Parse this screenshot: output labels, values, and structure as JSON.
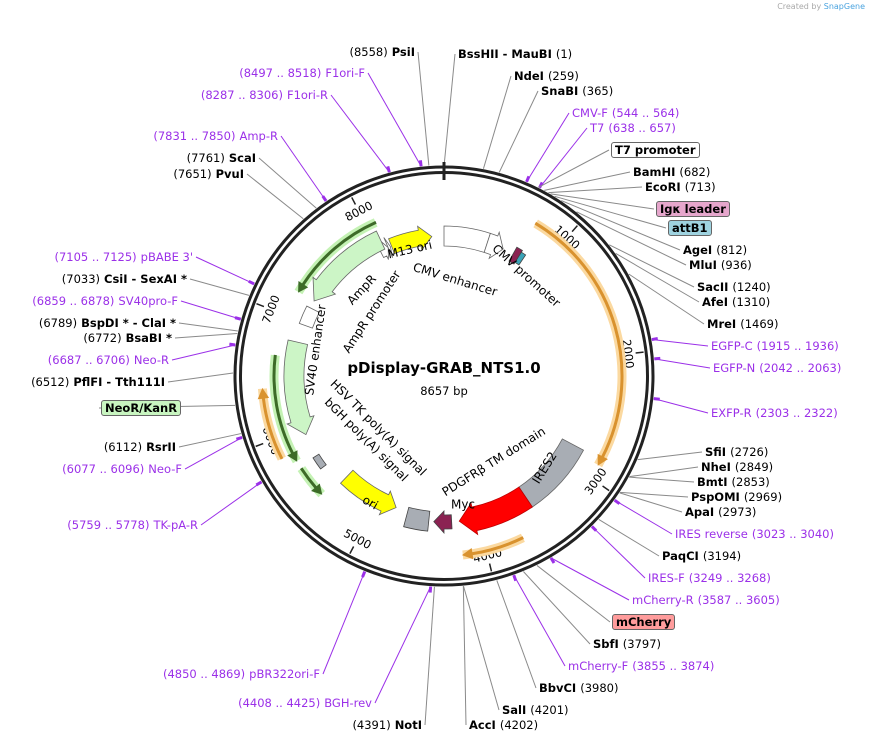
{
  "header": {
    "credit": "Created by",
    "brand": "SnapGene"
  },
  "plasmid": {
    "name": "pDisplay-GRAB_NTS1.0",
    "length": "8657 bp"
  },
  "ticks": [
    "1000",
    "2000",
    "3000",
    "4000",
    "5000",
    "6000",
    "7000",
    "8000"
  ],
  "colors": {
    "primer": "#9b30e8",
    "enzyme": "#000000",
    "ring": "#222222"
  },
  "sites": [
    {
      "name": "PsiI",
      "pos": "(8558)",
      "kind": "enzyme"
    },
    {
      "name": "BssHII  -  MauBI",
      "pos": "(1)",
      "kind": "enzyme"
    },
    {
      "name": "NdeI",
      "pos": "(259)",
      "kind": "enzyme"
    },
    {
      "name": "SnaBI",
      "pos": "(365)",
      "kind": "enzyme"
    },
    {
      "name": "CMV-F",
      "pos": "(544 .. 564)",
      "kind": "primer"
    },
    {
      "name": "T7",
      "pos": "(638 .. 657)",
      "kind": "primer"
    },
    {
      "name": "T7 promoter",
      "pos": "",
      "kind": "feature",
      "color": "#ffffff"
    },
    {
      "name": "BamHI",
      "pos": "(682)",
      "kind": "enzyme"
    },
    {
      "name": "EcoRI",
      "pos": "(713)",
      "kind": "enzyme"
    },
    {
      "name": "Igκ leader",
      "pos": "",
      "kind": "feature",
      "color": "#e6a6cc"
    },
    {
      "name": "attB1",
      "pos": "",
      "kind": "feature",
      "color": "#9fd3e0"
    },
    {
      "name": "AgeI",
      "pos": "(812)",
      "kind": "enzyme"
    },
    {
      "name": "MluI",
      "pos": "(936)",
      "kind": "enzyme"
    },
    {
      "name": "SacII",
      "pos": "(1240)",
      "kind": "enzyme"
    },
    {
      "name": "AfeI",
      "pos": "(1310)",
      "kind": "enzyme"
    },
    {
      "name": "MreI",
      "pos": "(1469)",
      "kind": "enzyme"
    },
    {
      "name": "EGFP-C",
      "pos": "(1915 .. 1936)",
      "kind": "primer"
    },
    {
      "name": "EGFP-N",
      "pos": "(2042 .. 2063)",
      "kind": "primer"
    },
    {
      "name": "EXFP-R",
      "pos": "(2303 .. 2322)",
      "kind": "primer"
    },
    {
      "name": "SfiI",
      "pos": "(2726)",
      "kind": "enzyme"
    },
    {
      "name": "NheI",
      "pos": "(2849)",
      "kind": "enzyme"
    },
    {
      "name": "BmtI",
      "pos": "(2853)",
      "kind": "enzyme"
    },
    {
      "name": "PspOMI",
      "pos": "(2969)",
      "kind": "enzyme"
    },
    {
      "name": "ApaI",
      "pos": "(2973)",
      "kind": "enzyme"
    },
    {
      "name": "IRES reverse",
      "pos": "(3023 .. 3040)",
      "kind": "primer"
    },
    {
      "name": "PaqCI",
      "pos": "(3194)",
      "kind": "enzyme"
    },
    {
      "name": "IRES-F",
      "pos": "(3249 .. 3268)",
      "kind": "primer"
    },
    {
      "name": "mCherry-R",
      "pos": "(3587 .. 3605)",
      "kind": "primer"
    },
    {
      "name": "mCherry",
      "pos": "",
      "kind": "feature",
      "color": "#ff9c9c"
    },
    {
      "name": "SbfI",
      "pos": "(3797)",
      "kind": "enzyme"
    },
    {
      "name": "mCherry-F",
      "pos": "(3855 .. 3874)",
      "kind": "primer"
    },
    {
      "name": "BbvCI",
      "pos": "(3980)",
      "kind": "enzyme"
    },
    {
      "name": "SalI",
      "pos": "(4201)",
      "kind": "enzyme"
    },
    {
      "name": "AccI",
      "pos": "(4202)",
      "kind": "enzyme"
    },
    {
      "name": "NotI",
      "pos": "(4391)",
      "kind": "enzyme"
    },
    {
      "name": "BGH-rev",
      "pos": "(4408 .. 4425)",
      "kind": "primer"
    },
    {
      "name": "pBR322ori-F",
      "pos": "(4850 .. 4869)",
      "kind": "primer"
    },
    {
      "name": "TK-pA-R",
      "pos": "(5759 .. 5778)",
      "kind": "primer"
    },
    {
      "name": "Neo-F",
      "pos": "(6077 .. 6096)",
      "kind": "primer"
    },
    {
      "name": "RsrII",
      "pos": "(6112)",
      "kind": "enzyme"
    },
    {
      "name": "NeoR/KanR",
      "pos": "",
      "kind": "feature",
      "color": "#c8f5c0"
    },
    {
      "name": "PflFI  -  Tth111I",
      "pos": "(6512)",
      "kind": "enzyme"
    },
    {
      "name": "Neo-R",
      "pos": "(6687 .. 6706)",
      "kind": "primer"
    },
    {
      "name": "BsaBI *",
      "pos": "(6772)",
      "kind": "enzyme"
    },
    {
      "name": "BspDI *  -  ClaI *",
      "pos": "(6789)",
      "kind": "enzyme"
    },
    {
      "name": "SV40pro-F",
      "pos": "(6859 .. 6878)",
      "kind": "primer"
    },
    {
      "name": "CsiI  -  SexAI *",
      "pos": "(7033)",
      "kind": "enzyme"
    },
    {
      "name": "pBABE 3'",
      "pos": "(7105 .. 7125)",
      "kind": "primer"
    },
    {
      "name": "PvuI",
      "pos": "(7651)",
      "kind": "enzyme"
    },
    {
      "name": "ScaI",
      "pos": "(7761)",
      "kind": "enzyme"
    },
    {
      "name": "Amp-R",
      "pos": "(7831 .. 7850)",
      "kind": "primer"
    },
    {
      "name": "F1ori-R",
      "pos": "(8287 .. 8306)",
      "kind": "primer"
    },
    {
      "name": "F1ori-F",
      "pos": "(8497 .. 8518)",
      "kind": "primer"
    }
  ],
  "features": [
    {
      "name": "M13 ori",
      "color": "#ffff00"
    },
    {
      "name": "CMV enhancer",
      "color": "#ffffff"
    },
    {
      "name": "CMV promoter",
      "color": "#ffffff"
    },
    {
      "name": "AmpR",
      "color": "#ccf5c6"
    },
    {
      "name": "AmpR promoter",
      "color": "#ffffff"
    },
    {
      "name": "SV40 enhancer",
      "color": "#ccf5c6"
    },
    {
      "name": "HSV TK poly(A) signal",
      "color": "#a8adb4"
    },
    {
      "name": "bGH poly(A) signal",
      "color": "#a8adb4"
    },
    {
      "name": "ori",
      "color": "#ffff00"
    },
    {
      "name": "PDGFRβ TM domain",
      "color": "#8b2252"
    },
    {
      "name": "IRES2",
      "color": "#a8adb4"
    },
    {
      "name": "Myc",
      "color": "#8b2252"
    },
    {
      "name": "mCherry",
      "color": "#ff0000"
    }
  ]
}
